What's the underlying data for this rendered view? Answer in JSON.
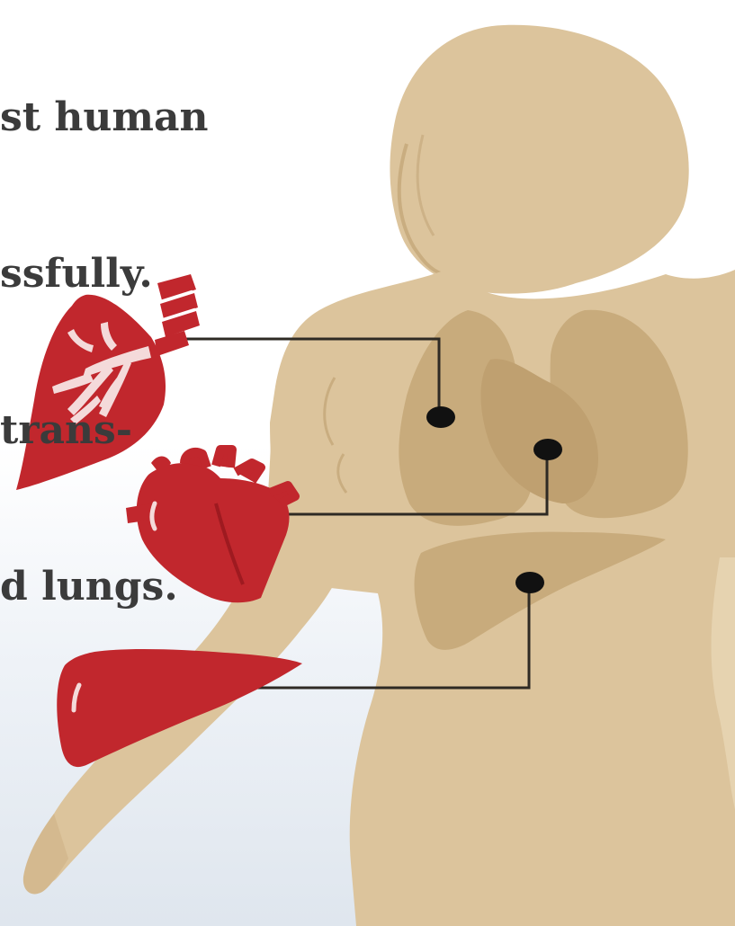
{
  "caption": {
    "lines": [
      "st human",
      "ssfully.",
      "trans-",
      "d lungs."
    ]
  },
  "colors": {
    "skin": "#dcc49c",
    "skin_outline": "#c9ad80",
    "organ_inner": "#c8ab7c",
    "organ_red": "#c1272d",
    "organ_dark_red": "#9e1a20",
    "leader_line": "#2e2a24",
    "dot": "#111111",
    "caption_text": "#3b3b3b"
  },
  "organs": [
    {
      "name": "lungs",
      "icon": "lungs-icon"
    },
    {
      "name": "heart",
      "icon": "heart-icon"
    },
    {
      "name": "liver",
      "icon": "liver-icon"
    }
  ]
}
